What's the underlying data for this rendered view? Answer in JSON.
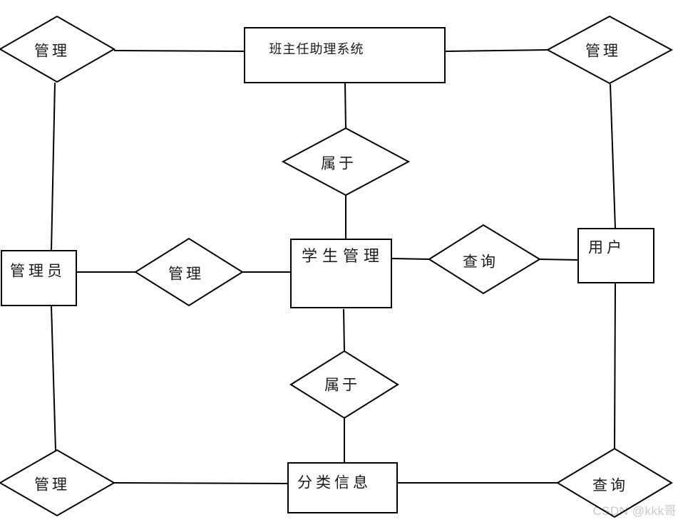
{
  "diagram": {
    "entities": [
      {
        "id": "system",
        "label": "班主任助理系统"
      },
      {
        "id": "admin",
        "label": "管理员"
      },
      {
        "id": "student",
        "label": "学生管理"
      },
      {
        "id": "user",
        "label": "用户"
      },
      {
        "id": "category",
        "label": "分类信息"
      }
    ],
    "relations": [
      {
        "id": "manage-top-left",
        "label": "管理"
      },
      {
        "id": "manage-top-right",
        "label": "管理"
      },
      {
        "id": "belongs-upper",
        "label": "属于"
      },
      {
        "id": "manage-mid-left",
        "label": "管理"
      },
      {
        "id": "query-mid-right",
        "label": "查询"
      },
      {
        "id": "belongs-lower",
        "label": "属于"
      },
      {
        "id": "manage-bottom-left",
        "label": "管理"
      },
      {
        "id": "query-bottom-right",
        "label": "查询"
      }
    ],
    "colors": {
      "line": "#000000",
      "shape_fill": "#ffffff",
      "background": "#ffffff",
      "text": "#1a1a1a"
    }
  },
  "watermark": {
    "text": "CSDN @kkk哥",
    "color": "#c9c9c9"
  }
}
